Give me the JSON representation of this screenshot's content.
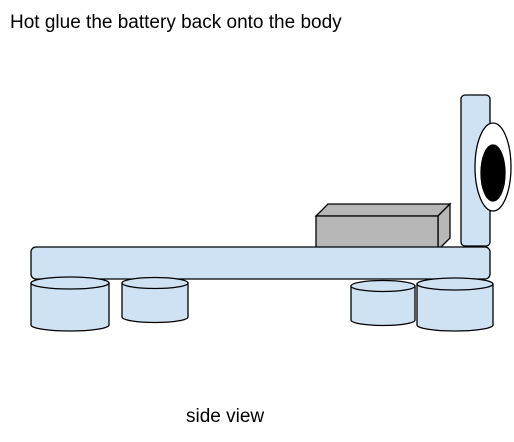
{
  "instruction": "Hot glue the battery back onto the body",
  "caption": "side view",
  "colors": {
    "body_fill": "#cfe2f3",
    "battery_fill": "#b7b7b7",
    "outline": "#000000",
    "eye_pupil": "#000000"
  },
  "icons": [
    "wheel",
    "battery",
    "eye"
  ]
}
